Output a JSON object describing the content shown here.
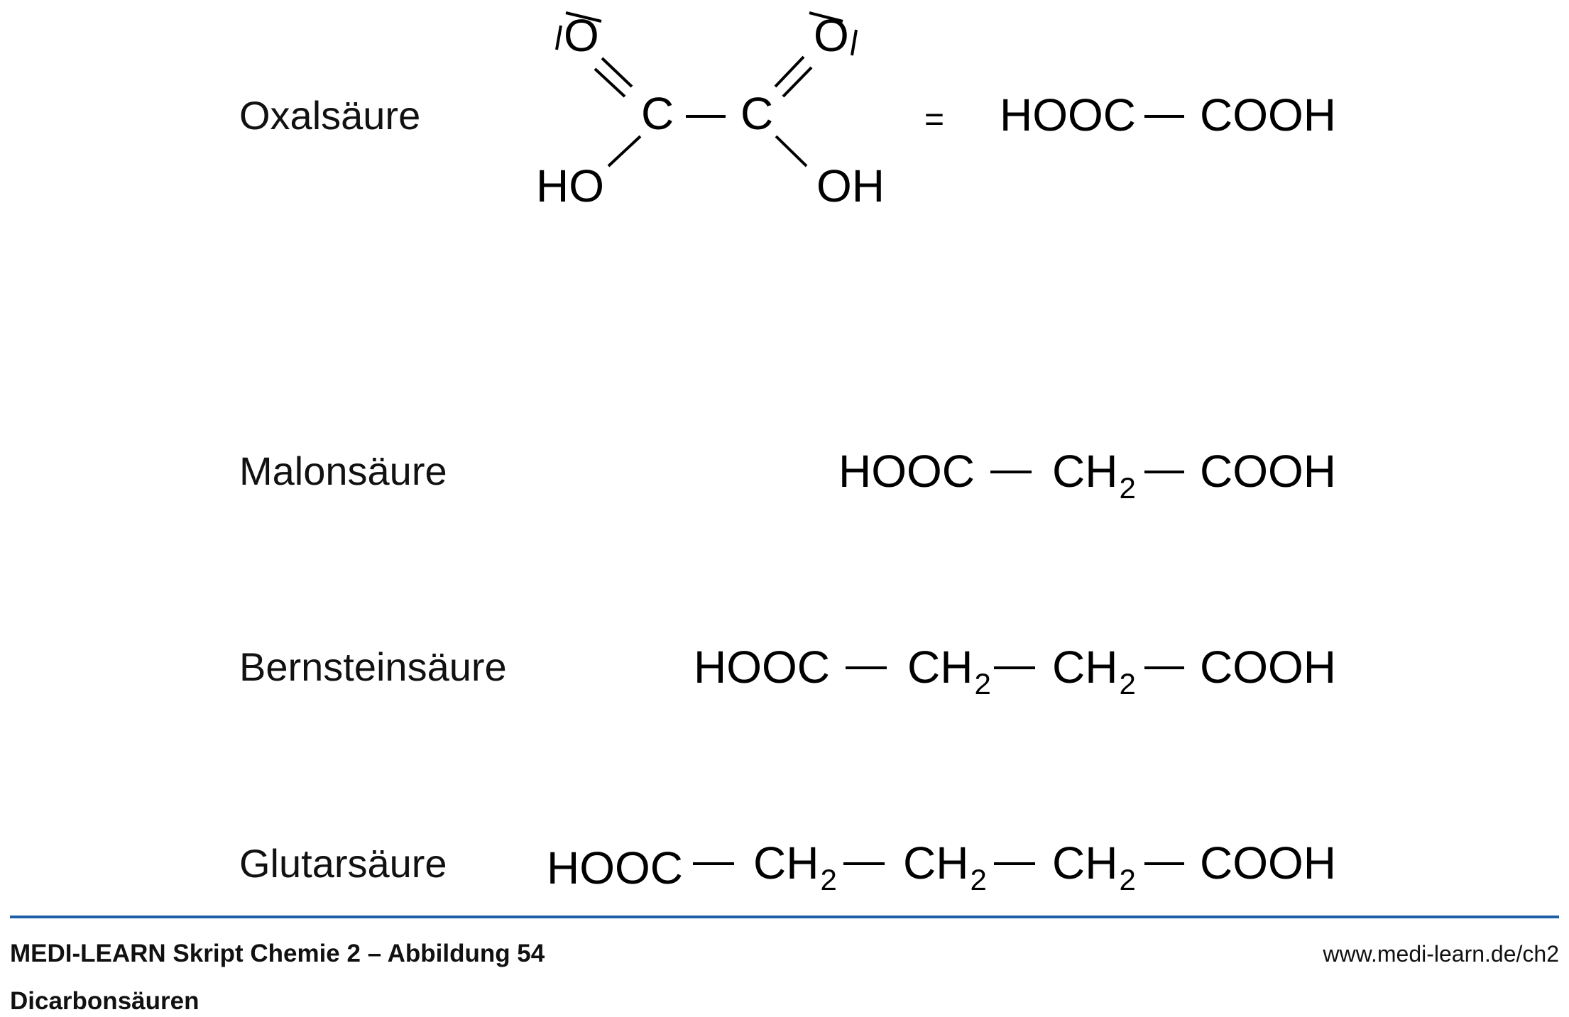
{
  "diagram": {
    "acids": [
      {
        "name": "Oxalsäure",
        "structural": {
          "left_o": "O",
          "right_o": "O",
          "c1": "C",
          "c2": "C",
          "ho": "HO",
          "oh": "OH"
        },
        "equals": "=",
        "formula": {
          "left": "HOOC",
          "right": "COOH"
        }
      },
      {
        "name": "Malonsäure",
        "formula": {
          "left": "HOOC",
          "groups": [
            "CH"
          ],
          "sub": "2",
          "right": "COOH"
        }
      },
      {
        "name": "Bernsteinsäure",
        "formula": {
          "left": "HOOC",
          "groups": [
            "CH",
            "CH"
          ],
          "sub": "2",
          "right": "COOH"
        }
      },
      {
        "name": "Glutarsäure",
        "formula": {
          "left": "HOOC",
          "groups": [
            "CH",
            "CH",
            "CH"
          ],
          "sub": "2",
          "right": "COOH"
        }
      }
    ]
  },
  "footer": {
    "title": "MEDI-LEARN Skript Chemie 2 – Abbildung 54",
    "subtitle": "Dicarbonsäuren",
    "url": "www.medi-learn.de/ch2",
    "rule_color": "#1f5fa8"
  }
}
